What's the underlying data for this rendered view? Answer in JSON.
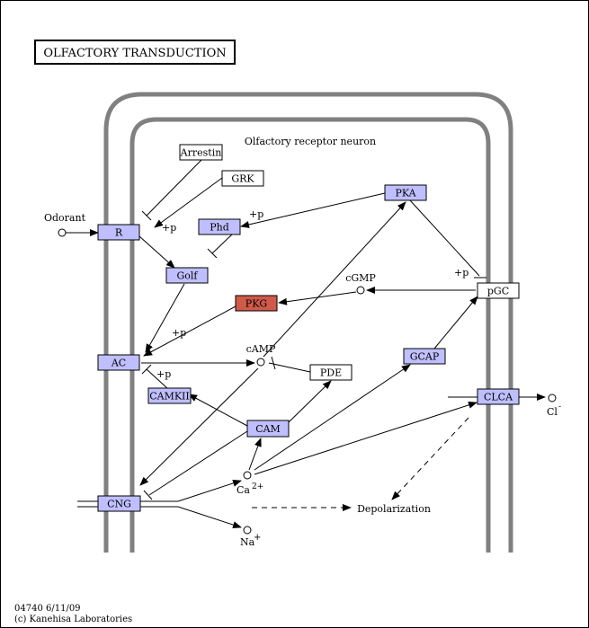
{
  "title": "OLFACTORY  TRANSDUCTION",
  "cell_label": "Olfactory receptor neuron",
  "footer": {
    "line1": "04740 6/11/09",
    "line2": "(c) Kanehisa Laboratories"
  },
  "colors": {
    "gene": "#bfbfff",
    "highlight": "#d05a4a",
    "plain": "#ffffff",
    "membrane": "#808080"
  },
  "nodes": {
    "arrestin": "Arrestin",
    "grk": "GRK",
    "pka": "PKA",
    "r": "R",
    "phd": "Phd",
    "golf": "Golf",
    "pgc": "pGC",
    "pkg": "PKG",
    "ac": "AC",
    "pde": "PDE",
    "gcap": "GCAP",
    "camkii": "CAMKII",
    "clca": "CLCA",
    "cam": "CAM",
    "cng": "CNG"
  },
  "compounds": {
    "odorant": "Odorant",
    "cgmp": "cGMP",
    "camp": "cAMP",
    "ca": "Ca",
    "ca_charge": "2+",
    "na": "Na",
    "na_charge": "+",
    "cl": "Cl",
    "cl_charge": "-"
  },
  "labels": {
    "depolarization": "Depolarization",
    "p1": "+p",
    "p2": "+p",
    "p3": "+p",
    "p4": "+p",
    "p5": "+p"
  }
}
